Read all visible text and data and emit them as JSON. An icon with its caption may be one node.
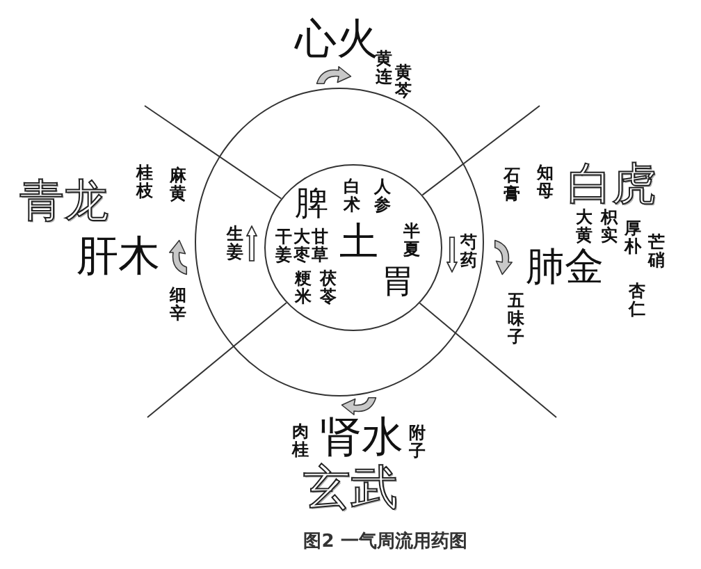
{
  "diagram": {
    "caption": "图2 一气周流用药图",
    "nodes": [
      {
        "text": [
          "生姜",
          "芍药"
        ]
      },
      {
        "text": [
          "脾",
          "白术",
          "人参",
          "干姜",
          "大枣",
          "甘草",
          "土",
          "半夏",
          "粳米",
          "茯苓",
          "胃"
        ],
        "in": 0
      }
    ],
    "labels": [
      "心火",
      "黄连",
      "黄芩",
      "青龙",
      "桂枝",
      "麻黄",
      "石膏",
      "知母",
      "白虎",
      "肝木",
      "肺金",
      "大黄",
      "枳实",
      "厚朴",
      "芒硝",
      "细辛",
      "五味子",
      "杏仁",
      "肉桂",
      "肾水",
      "附子",
      "玄武"
    ]
  }
}
